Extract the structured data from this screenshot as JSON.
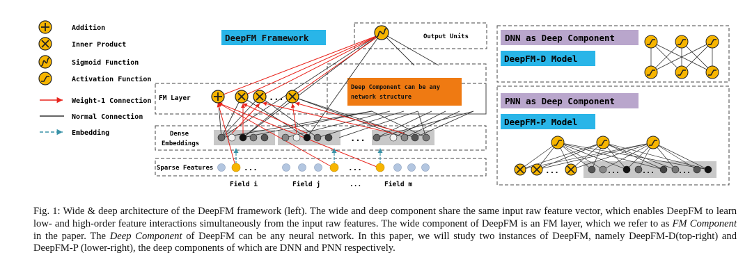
{
  "legend": {
    "addition": "Addition",
    "inner_product": "Inner Product",
    "sigmoid": "Sigmoid Function",
    "activation": "Activation Function",
    "weight1": "Weight-1 Connection",
    "normal": "Normal Connection",
    "embedding": "Embedding"
  },
  "main": {
    "framework_title": "DeepFM Framework",
    "output_units": "Output Units",
    "fm_layer": "FM Layer",
    "deep_component_note_line1": "Deep Component can be any",
    "deep_component_note_line2": "network structure",
    "dense_line1": "Dense",
    "dense_line2": "Embeddings",
    "sparse_features": "Sparse Features",
    "ellipsis": "...",
    "field_i": "Field i",
    "field_j": "Field j",
    "field_m": "Field m"
  },
  "right_top": {
    "title": "DNN as Deep Component",
    "model": "DeepFM-D Model"
  },
  "right_bottom": {
    "title": "PNN as Deep Component",
    "model": "DeepFM-P Model"
  },
  "caption": {
    "p1": "Fig. 1: Wide & deep architecture of the DeepFM framework (left). The wide and deep component share the same input raw feature vector, which enables DeepFM to learn low- and high-order feature interactions simultaneously from the input raw features. The wide component of DeepFM is an FM layer, which we refer to as ",
    "fm_component": "FM Component",
    "p2": " in the paper. The ",
    "deep_component": "Deep Component",
    "p3": " of DeepFM can be any neural network. In this paper, we will study two instances of DeepFM, namely DeepFM-D(top-right) and DeepFM-P (lower-right), the deep components of which are DNN and PNN respectively."
  },
  "colors": {
    "node_orange": "#f7b500",
    "node_blue": "#b3c6e0",
    "label_cyan": "#29b5e8",
    "label_purple": "#b9a6cc",
    "note_orange": "#ef7a12",
    "weight_red": "#e8241c",
    "embed_teal": "#3a93a8",
    "dense_gray": "#c8c8c8"
  }
}
